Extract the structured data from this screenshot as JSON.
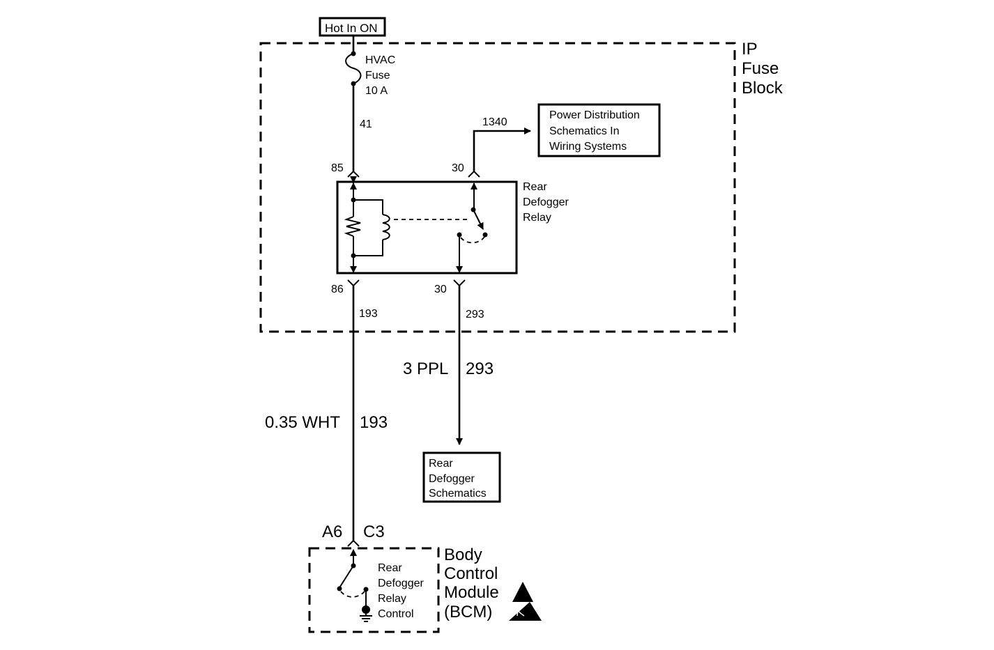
{
  "power_source": {
    "label": "Hot In ON"
  },
  "ip_fuse_block": {
    "label_lines": [
      "IP",
      "Fuse",
      "Block"
    ]
  },
  "fuse": {
    "label_lines": [
      "HVAC",
      "Fuse",
      "10 A"
    ],
    "circuit": "41"
  },
  "relay": {
    "label_lines": [
      "Rear",
      "Defogger",
      "Relay"
    ],
    "pin_85": "85",
    "pin_30_top": "30",
    "pin_86": "86",
    "pin_30_bottom": "30"
  },
  "circuit_1340": {
    "label": "1340"
  },
  "power_distribution": {
    "label_lines": [
      "Power Distribution",
      "Schematics In",
      "Wiring Systems"
    ]
  },
  "wire_193": {
    "circuit": "193",
    "gauge_color": "0.35 WHT",
    "number": "193"
  },
  "wire_293": {
    "circuit": "293",
    "gauge_color": "3 PPL",
    "number": "293"
  },
  "rear_defogger_schematics": {
    "label_lines": [
      "Rear",
      "Defogger",
      "Schematics"
    ]
  },
  "bcm_connector": {
    "pin": "A6",
    "connector": "C3"
  },
  "bcm": {
    "label_lines": [
      "Body",
      "Control",
      "Module",
      "(BCM)"
    ],
    "internal_label_lines": [
      "Rear",
      "Defogger",
      "Relay",
      "Control"
    ]
  },
  "icons": {
    "esd": "esd-warning-icon",
    "ground": "ground-icon"
  }
}
